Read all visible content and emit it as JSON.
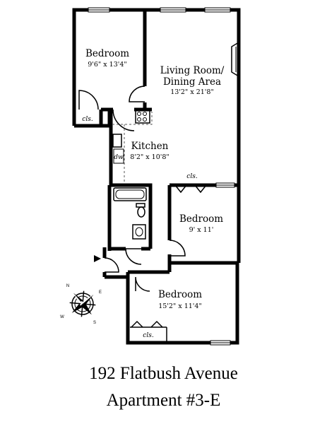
{
  "rooms": {
    "bedroom_1": {
      "name": "Bedroom",
      "size": "9'6\" x 13'4\""
    },
    "living_dining": {
      "name_line1": "Living Room/",
      "name_line2": "Dining Area",
      "size": "13'2\" x 21'8\""
    },
    "kitchen": {
      "name": "Kitchen",
      "size": "8'2\" x 10'8\"",
      "appliance_label": "dw"
    },
    "bedroom_2": {
      "name": "Bedroom",
      "size": "9' x 11'"
    },
    "bedroom_3": {
      "name": "Bedroom",
      "size": "15'2\" x 11'4\""
    }
  },
  "closets": {
    "closet_1": "cls.",
    "closet_2": "cls.",
    "closet_3": "cls."
  },
  "compass": {
    "north": "N",
    "east": "E",
    "south": "S",
    "west": "W"
  },
  "caption": {
    "address": "192 Flatbush Avenue",
    "unit": "Apartment #3-E"
  }
}
